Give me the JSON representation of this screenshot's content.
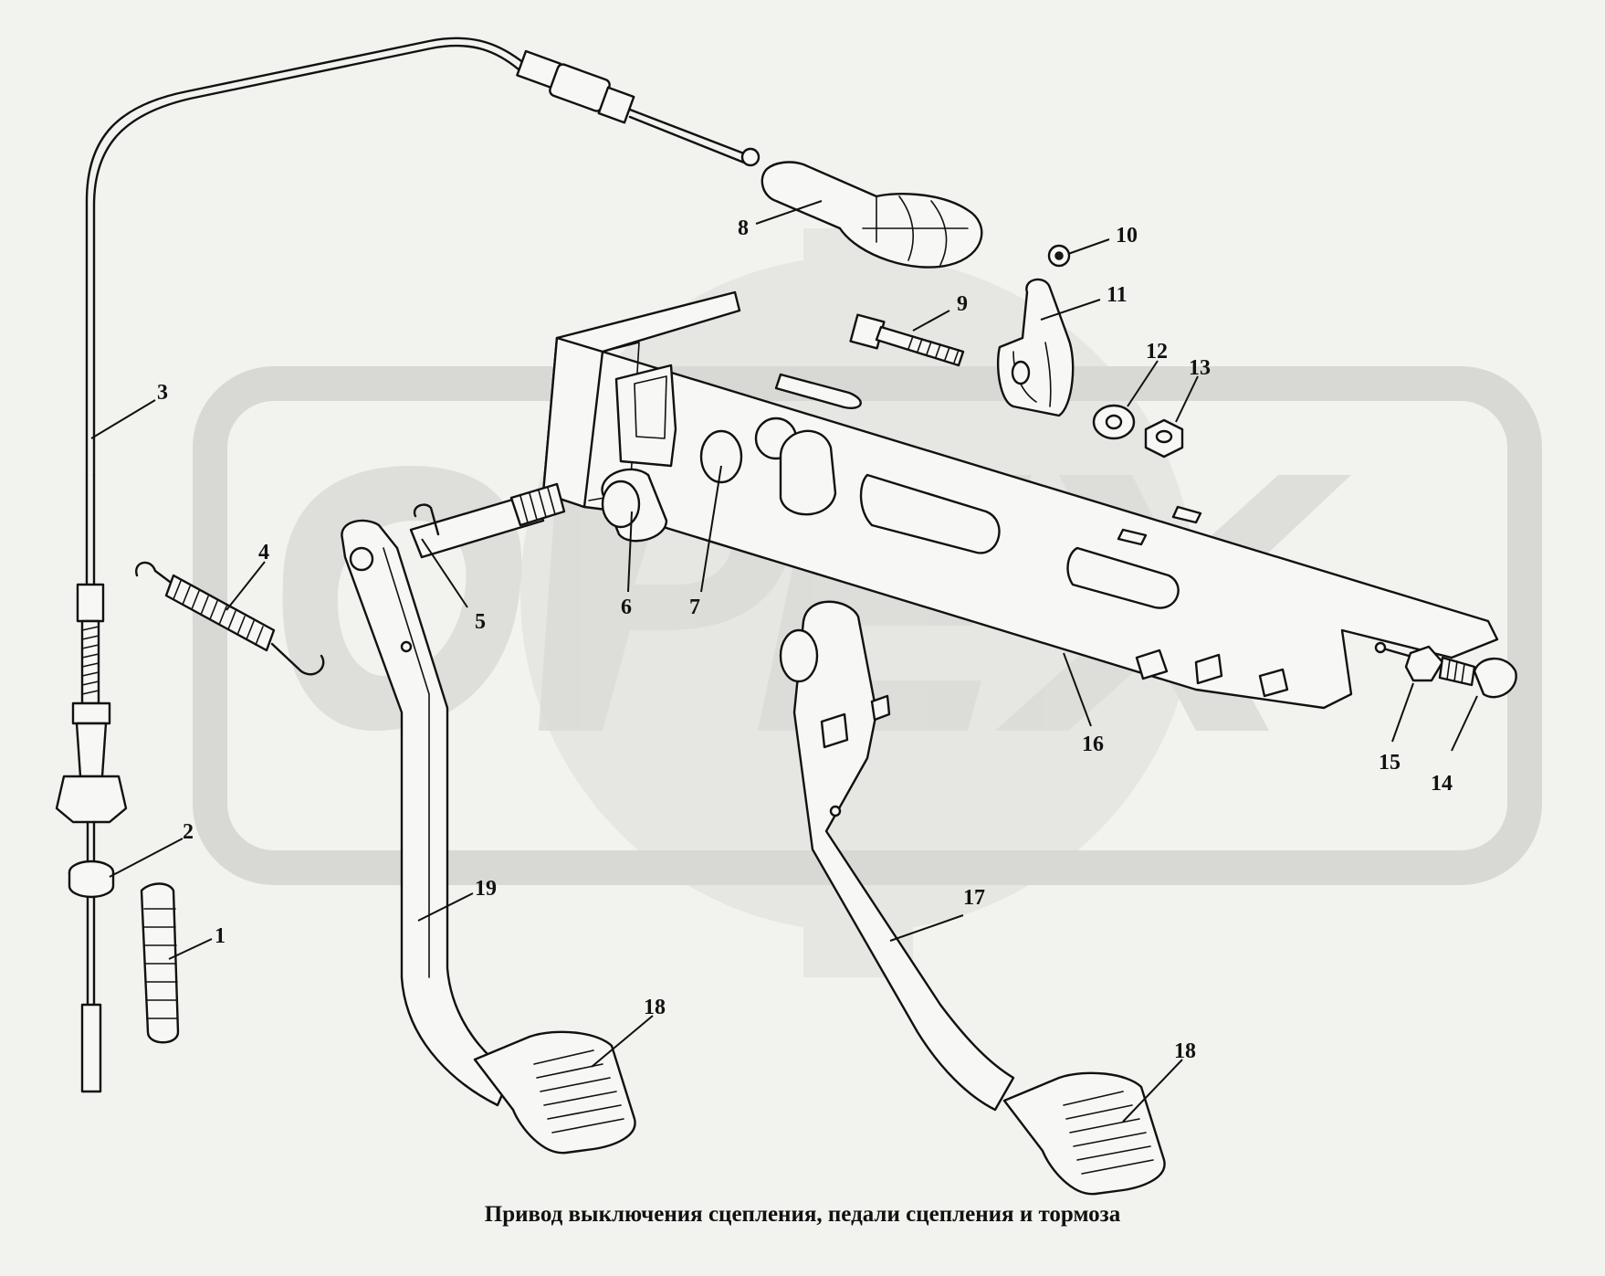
{
  "caption": "Привод выключения сцепления, педали сцепления и тормоза",
  "watermark": "OPEX",
  "callouts": [
    {
      "id": "c1",
      "label": "1"
    },
    {
      "id": "c2",
      "label": "2"
    },
    {
      "id": "c3",
      "label": "3"
    },
    {
      "id": "c4",
      "label": "4"
    },
    {
      "id": "c5",
      "label": "5"
    },
    {
      "id": "c6",
      "label": "6"
    },
    {
      "id": "c7",
      "label": "7"
    },
    {
      "id": "c8",
      "label": "8"
    },
    {
      "id": "c9",
      "label": "9"
    },
    {
      "id": "c10",
      "label": "10"
    },
    {
      "id": "c11",
      "label": "11"
    },
    {
      "id": "c12",
      "label": "12"
    },
    {
      "id": "c13",
      "label": "13"
    },
    {
      "id": "c14",
      "label": "14"
    },
    {
      "id": "c15",
      "label": "15"
    },
    {
      "id": "c16",
      "label": "16"
    },
    {
      "id": "c17",
      "label": "17"
    },
    {
      "id": "c18a",
      "label": "18"
    },
    {
      "id": "c18b",
      "label": "18"
    },
    {
      "id": "c19",
      "label": "19"
    }
  ],
  "colors": {
    "ink": "#111111",
    "paper": "#f2f2ef",
    "watermark": "#dcdcd8"
  }
}
